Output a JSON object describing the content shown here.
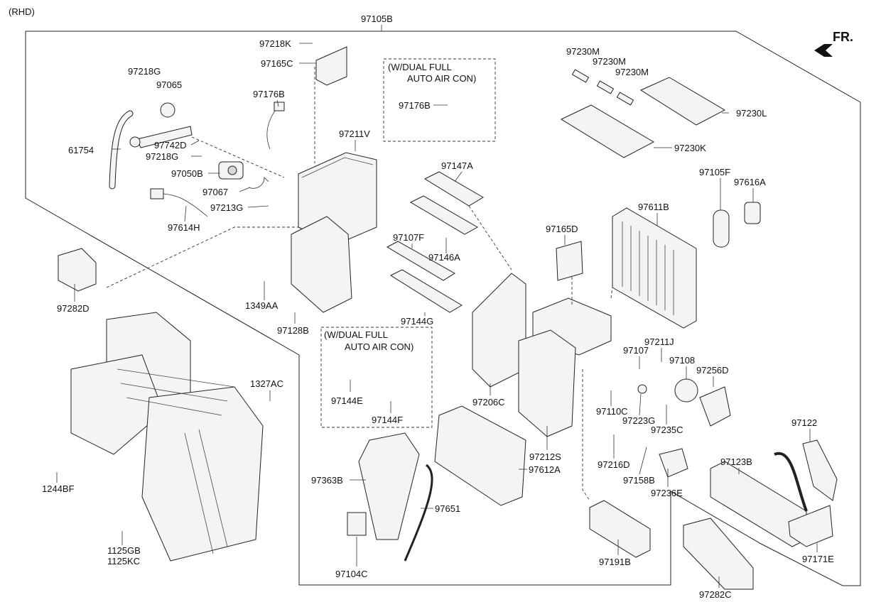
{
  "header": {
    "variant": "(RHD)",
    "assembly_number": "97105B",
    "direction_label": "FR."
  },
  "notes": [
    {
      "id": "note-upper",
      "lines": [
        "(W/DUAL FULL",
        "AUTO AIR CON)"
      ]
    },
    {
      "id": "note-lower",
      "lines": [
        "(W/DUAL FULL",
        "AUTO AIR CON)"
      ]
    }
  ],
  "labels": [
    "97218K",
    "97165C",
    "97176B",
    "97218G",
    "97065",
    "61754",
    "97742D",
    "97218G",
    "97050B",
    "97067",
    "97213G",
    "97614H",
    "97211V",
    "97176B",
    "97147A",
    "97230M",
    "97230M",
    "97230M",
    "97230L",
    "97230K",
    "97105F",
    "97616A",
    "97611B",
    "97165D",
    "97107F",
    "97146A",
    "97282D",
    "1349AA",
    "97128B",
    "97144G",
    "97144E",
    "97144F",
    "1327AC",
    "1244BF",
    "1125GB",
    "1125KC",
    "97206C",
    "97211J",
    "97107",
    "97108",
    "97256D",
    "97110C",
    "97223G",
    "97235C",
    "97122",
    "97123B",
    "97216D",
    "97158B",
    "97236E",
    "97212S",
    "97612A",
    "97363B",
    "97651",
    "97104C",
    "97191B",
    "97171E",
    "97282C"
  ],
  "colors": {
    "line": "#222222",
    "fill": "#f4f4f4",
    "shade": "#d8d8d8",
    "background": "#ffffff"
  },
  "icons": [
    "front-arrow-icon"
  ]
}
